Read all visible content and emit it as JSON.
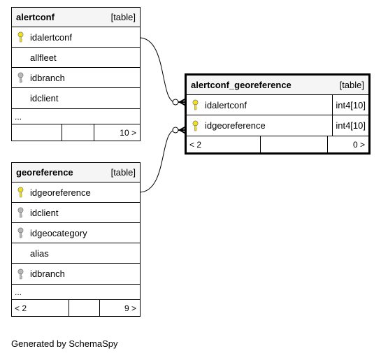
{
  "tables": {
    "alertconf": {
      "name": "alertconf",
      "kind": "[table]",
      "columns": [
        {
          "name": "idalertconf",
          "key": "primary"
        },
        {
          "name": "allfleet",
          "key": "none"
        },
        {
          "name": "idbranch",
          "key": "foreign"
        },
        {
          "name": "idclient",
          "key": "none"
        }
      ],
      "more": "...",
      "footer": {
        "left": "",
        "middle": "",
        "right": "10 >"
      }
    },
    "georeference": {
      "name": "georeference",
      "kind": "[table]",
      "columns": [
        {
          "name": "idgeoreference",
          "key": "primary"
        },
        {
          "name": "idclient",
          "key": "foreign"
        },
        {
          "name": "idgeocategory",
          "key": "foreign"
        },
        {
          "name": "alias",
          "key": "none"
        },
        {
          "name": "idbranch",
          "key": "foreign"
        }
      ],
      "more": "...",
      "footer": {
        "left": "< 2",
        "middle": "",
        "right": "9 >"
      }
    },
    "alertconf_georeference": {
      "name": "alertconf_georeference",
      "kind": "[table]",
      "columns": [
        {
          "name": "idalertconf",
          "key": "primary",
          "type": "int4[10]"
        },
        {
          "name": "idgeoreference",
          "key": "primary",
          "type": "int4[10]"
        }
      ],
      "footer": {
        "left": "< 2",
        "middle": "",
        "right": "0 >"
      }
    }
  },
  "colors": {
    "primary_key": "#f0e020",
    "foreign_key": "#b8b8b8",
    "header_bg": "#f5f5f5"
  },
  "footer_text": "Generated by SchemaSpy"
}
